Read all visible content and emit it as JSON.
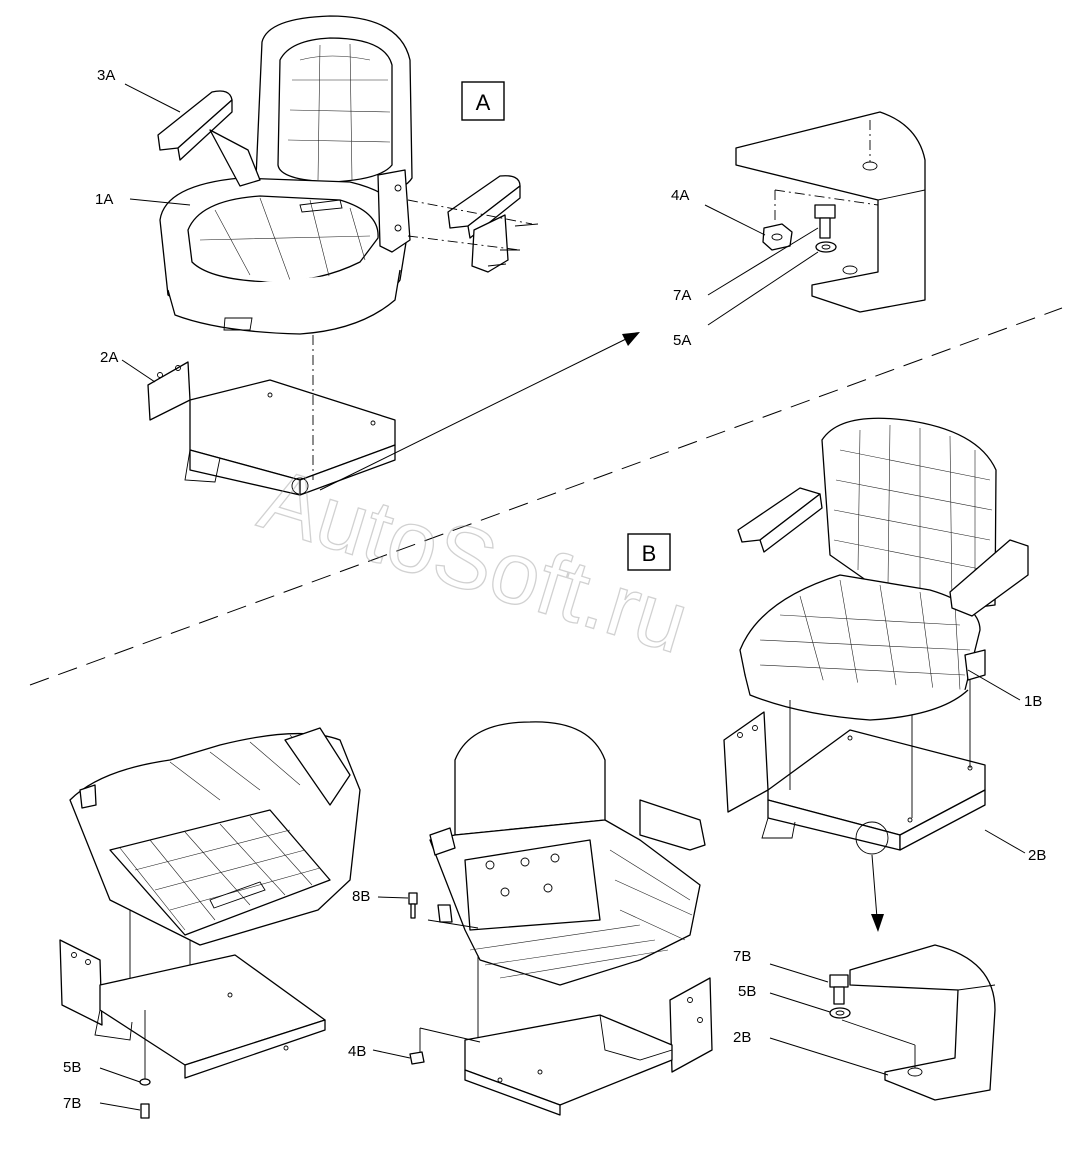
{
  "sections": {
    "a": "A",
    "b": "B"
  },
  "watermark": "AutoSoft.ru",
  "callouts": {
    "c3A": "3A",
    "c1A": "1A",
    "c2A": "2A",
    "c4A": "4A",
    "c7A": "7A",
    "c5A": "5A",
    "c1B": "1B",
    "c2B_a": "2B",
    "c8B": "8B",
    "c4B": "4B",
    "c5B_left": "5B",
    "c7B_left": "7B",
    "c7B_right": "7B",
    "c5B_right": "5B",
    "c2B_right": "2B"
  },
  "colors": {
    "line": "#000000",
    "background": "#ffffff",
    "watermark": "#9a9a9a"
  }
}
